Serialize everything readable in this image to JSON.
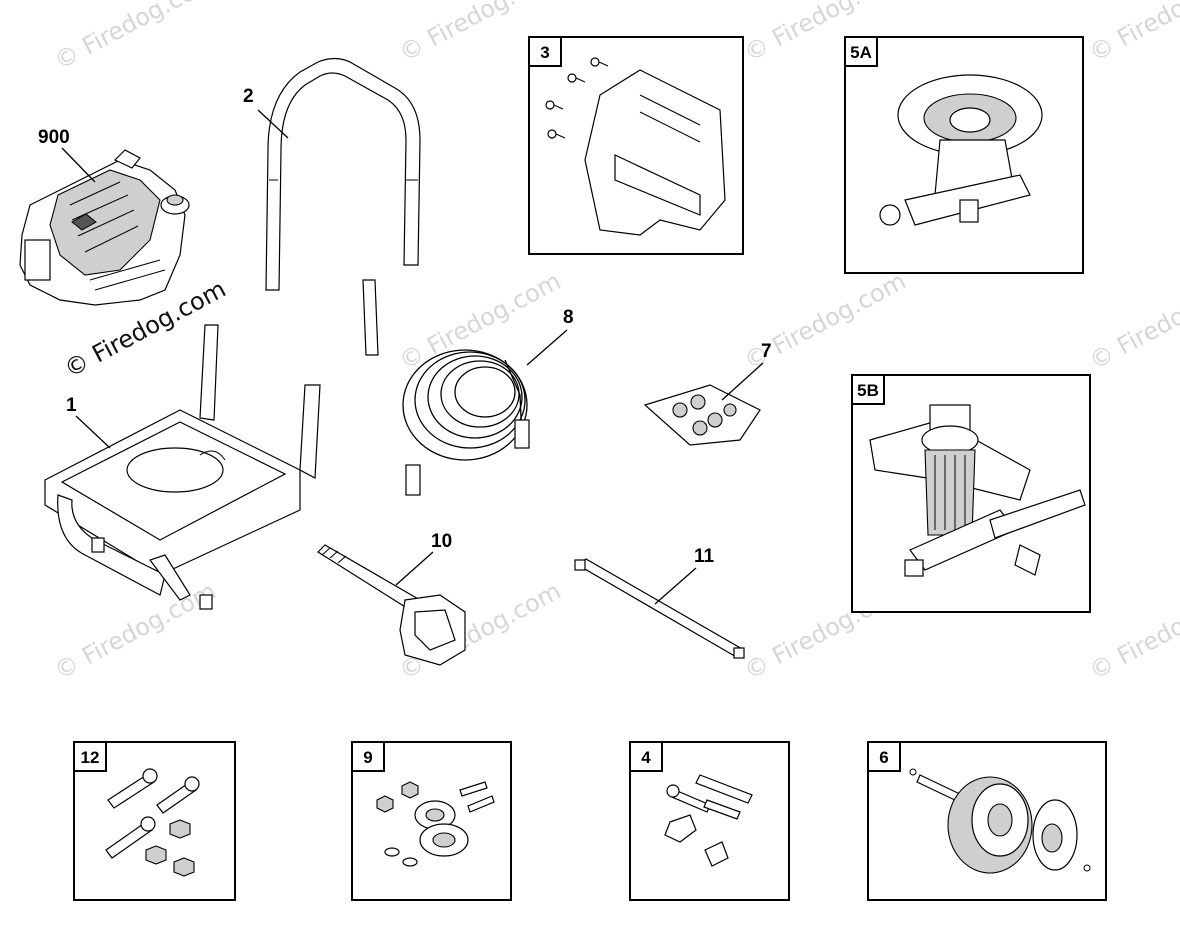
{
  "watermark": {
    "text": "© Firedog.com"
  },
  "callouts": {
    "engine": "900",
    "frame": "1",
    "handle": "2",
    "hose": "8",
    "gun": "10",
    "wand": "11",
    "nozzles": "7"
  },
  "boxes": {
    "bracket": "3",
    "pump_a": "5A",
    "pump_b": "5B",
    "bolts": "12",
    "hardware": "9",
    "handle_hardware": "4",
    "wheel_kit": "6"
  }
}
